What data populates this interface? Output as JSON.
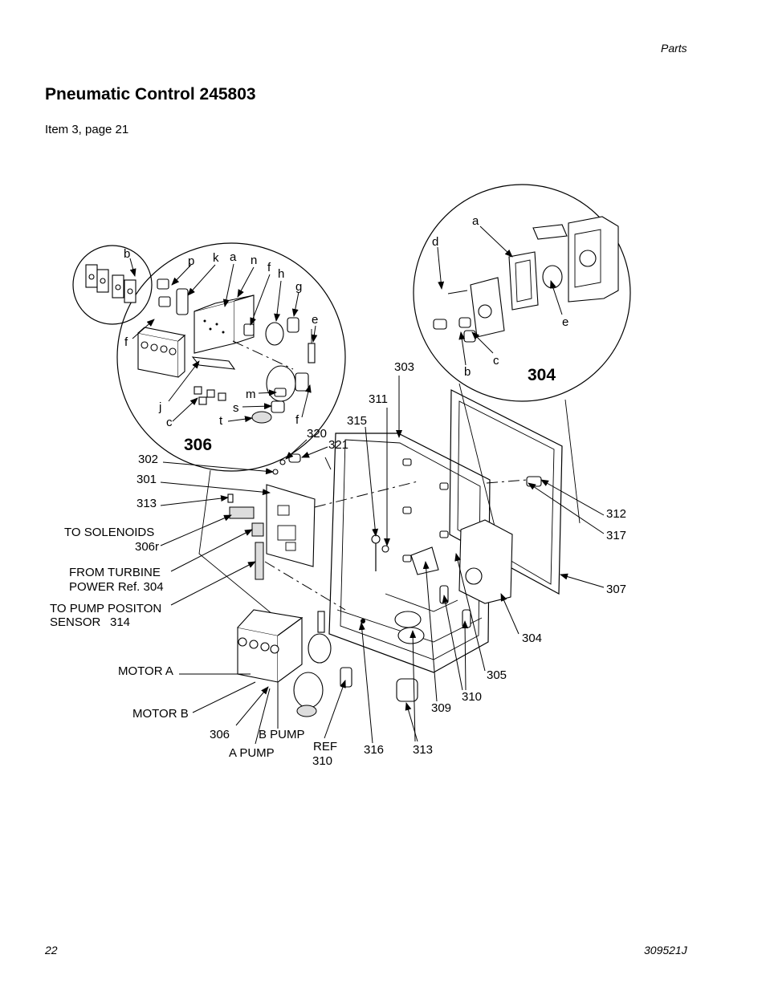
{
  "header": {
    "section": "Parts"
  },
  "title": "Pneumatic Control 245803",
  "subtitle": "Item 3, page 21",
  "footer": {
    "page_number": "22",
    "doc_number": "309521J"
  },
  "detail_306": {
    "label": "306",
    "callouts": [
      "b",
      "p",
      "k",
      "a",
      "n",
      "f",
      "h",
      "g",
      "e",
      "f",
      "j",
      "c",
      "m",
      "s",
      "t",
      "f"
    ]
  },
  "detail_304": {
    "label": "304",
    "callouts": [
      "a",
      "d",
      "e",
      "b",
      "c"
    ]
  },
  "callouts": {
    "c303": "303",
    "c311": "311",
    "c315": "315",
    "c320": "320",
    "c321": "321",
    "c302": "302",
    "c301": "301",
    "c313a": "313",
    "c312": "312",
    "c317": "317",
    "c307": "307",
    "c304": "304",
    "c305": "305",
    "c310": "310",
    "c309": "309",
    "c306": "306",
    "c316": "316",
    "c313b": "313",
    "c306r": "306r",
    "c314": "314"
  },
  "labels": {
    "to_solenoids": "TO SOLENOIDS",
    "from_turbine": "FROM TURBINE",
    "power_ref": "POWER Ref. 304",
    "to_pump_position": "TO PUMP POSITON",
    "sensor": "SENSOR",
    "motor_a": "MOTOR A",
    "motor_b": "MOTOR B",
    "b_pump": "B PUMP",
    "a_pump": "A PUMP",
    "ref": "REF",
    "ref_310": "310"
  }
}
